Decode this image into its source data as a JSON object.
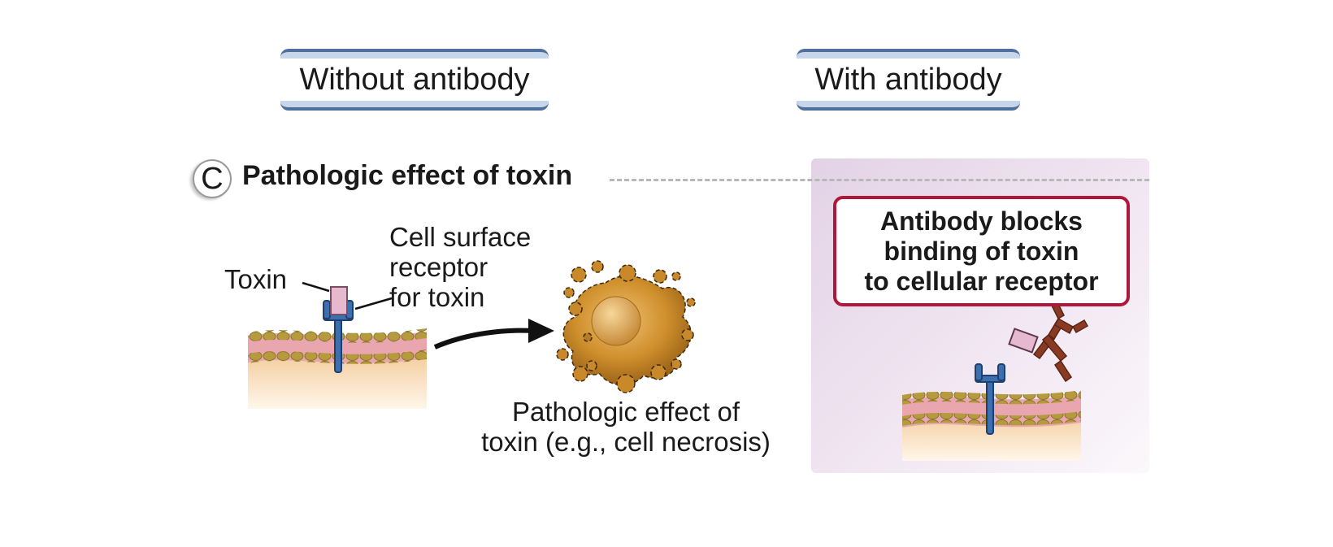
{
  "headers": {
    "without": "Without antibody",
    "with": "With antibody"
  },
  "section": {
    "letter": "C",
    "title": "Pathologic effect of toxin"
  },
  "labels": {
    "toxin": "Toxin",
    "receptor": "Cell surface\nreceptor\nfor toxin",
    "effect": "Pathologic effect of\ntoxin (e.g., cell necrosis)"
  },
  "callout": "Antibody blocks\nbinding of toxin\nto cellular receptor",
  "colors": {
    "header_border": "#4f6f9c",
    "callout_border": "#b0183b",
    "receptor": "#3b6fb0",
    "toxin": "#e6b9cf",
    "antibody": "#8a3a22",
    "necrotic_cell": "#c9892b"
  }
}
